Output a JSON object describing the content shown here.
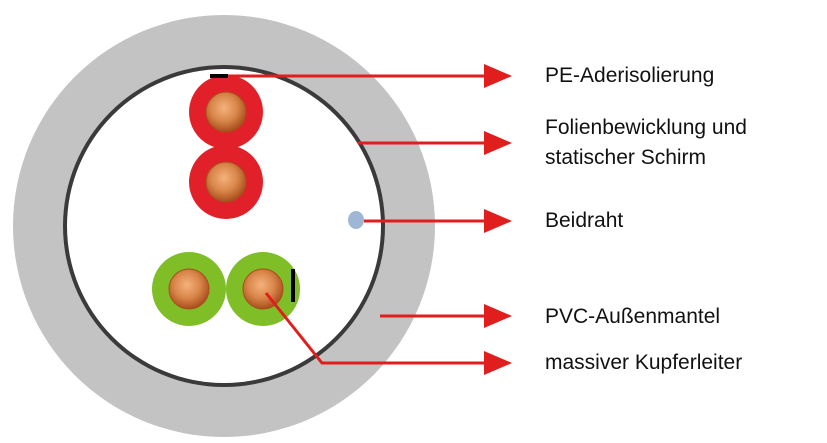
{
  "diagram": {
    "labels": {
      "insulation": "PE-Aderisolierung",
      "foil_line1": "Folienbewicklung und",
      "foil_line2": "statischer Schirm",
      "drain": "Beidraht",
      "jacket": "PVC-Außenmantel",
      "conductor": "massiver Kupferleiter"
    },
    "colors": {
      "jacket": "#c3c3c3",
      "shield_ring": "#3a3a3a",
      "interior": "#ffffff",
      "insulation_red": "#e2202a",
      "insulation_green": "#7fbe26",
      "copper": "#d9864a",
      "copper_dark": "#a84e1c",
      "drain_wire": "#9fb7d4",
      "arrow": "#e01e1e",
      "marker": "#000000"
    }
  }
}
